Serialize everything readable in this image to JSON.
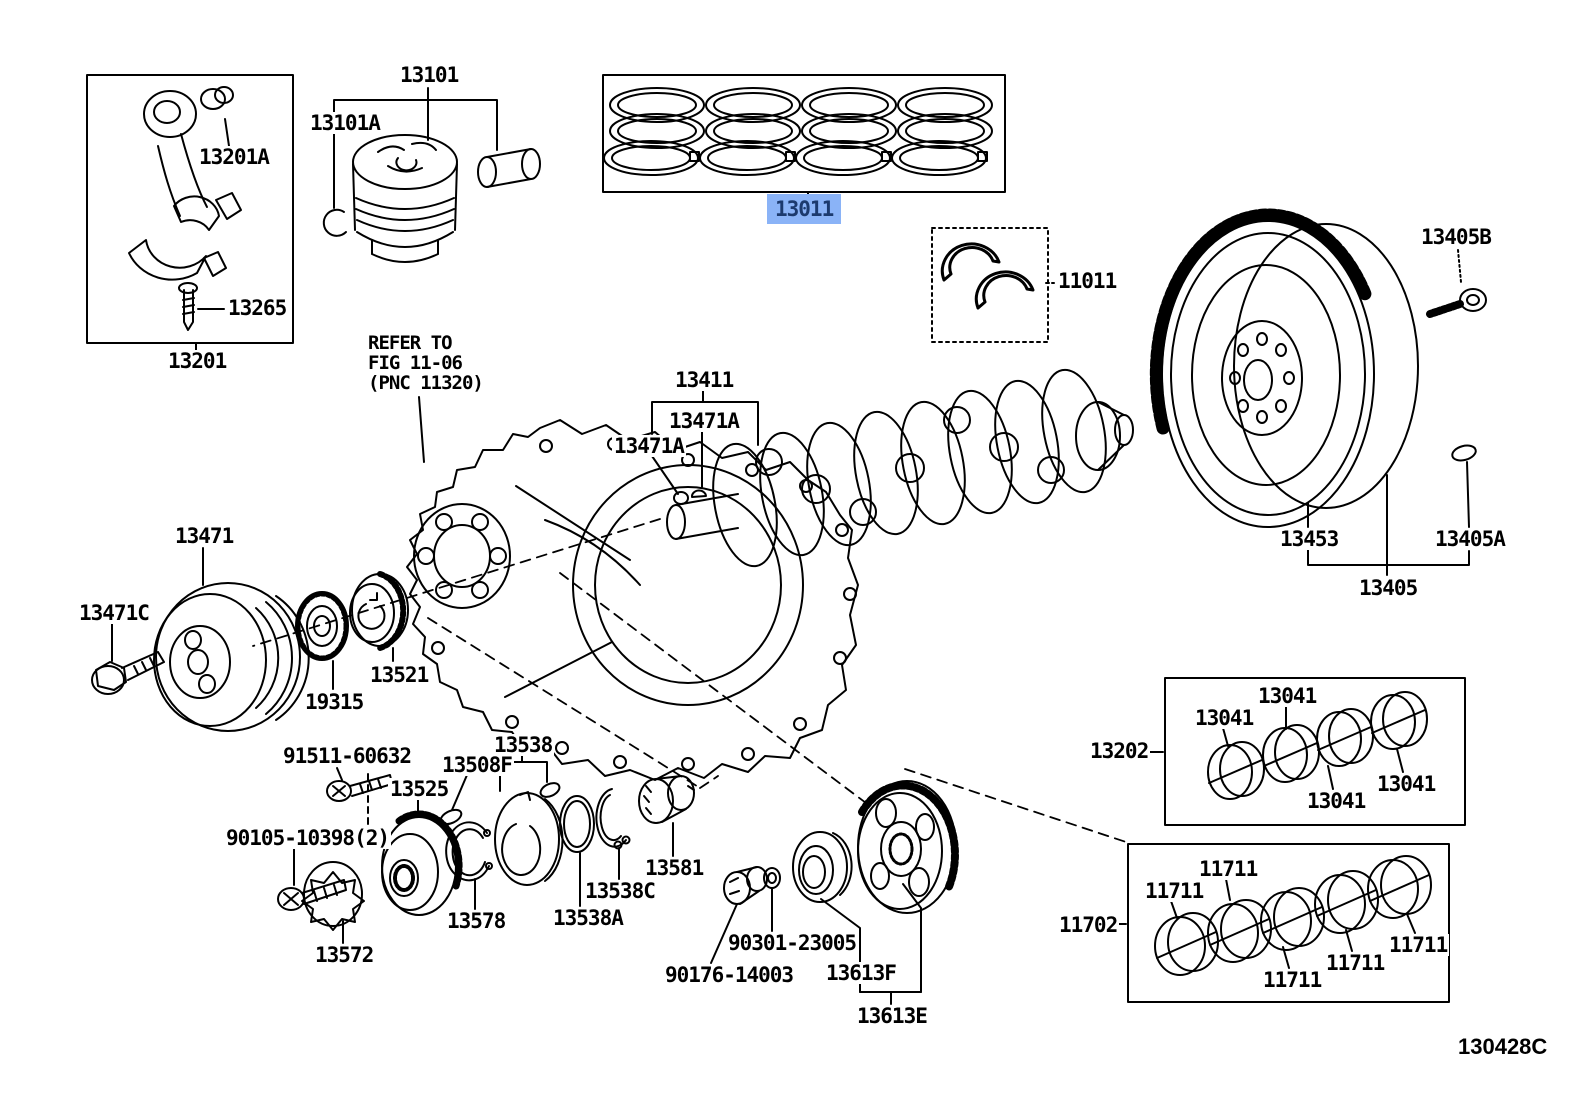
{
  "figure": {
    "code": "130428C"
  },
  "note": {
    "line1": "REFER TO",
    "line2": "FIG 11-06",
    "line3": "(PNC 11320)"
  },
  "highlight": {
    "part": "13011",
    "bg": "#8ab3f7",
    "fg": "#1c3a6e"
  },
  "colors": {
    "line": "#000000",
    "background": "#ffffff"
  },
  "parts": {
    "13201A": "13201A",
    "13265": "13265",
    "13201": "13201",
    "13101A": "13101A",
    "13101": "13101",
    "13011": "13011",
    "11011": "11011",
    "13405B": "13405B",
    "13453": "13453",
    "13405A": "13405A",
    "13405": "13405",
    "13411": "13411",
    "13471A": "13471A",
    "13471": "13471",
    "13471C": "13471C",
    "19315": "19315",
    "13521": "13521",
    "91511_60632": "91511-60632",
    "13508F": "13508F",
    "13538": "13538",
    "90105_10398": "90105-10398(2)",
    "13525": "13525",
    "13578": "13578",
    "13538C": "13538C",
    "13538A": "13538A",
    "13572": "13572",
    "13581": "13581",
    "90301_23005": "90301-23005",
    "90176_14003": "90176-14003",
    "13613F": "13613F",
    "13613E": "13613E",
    "13202": "13202",
    "13041": "13041",
    "11702": "11702",
    "11711": "11711"
  }
}
